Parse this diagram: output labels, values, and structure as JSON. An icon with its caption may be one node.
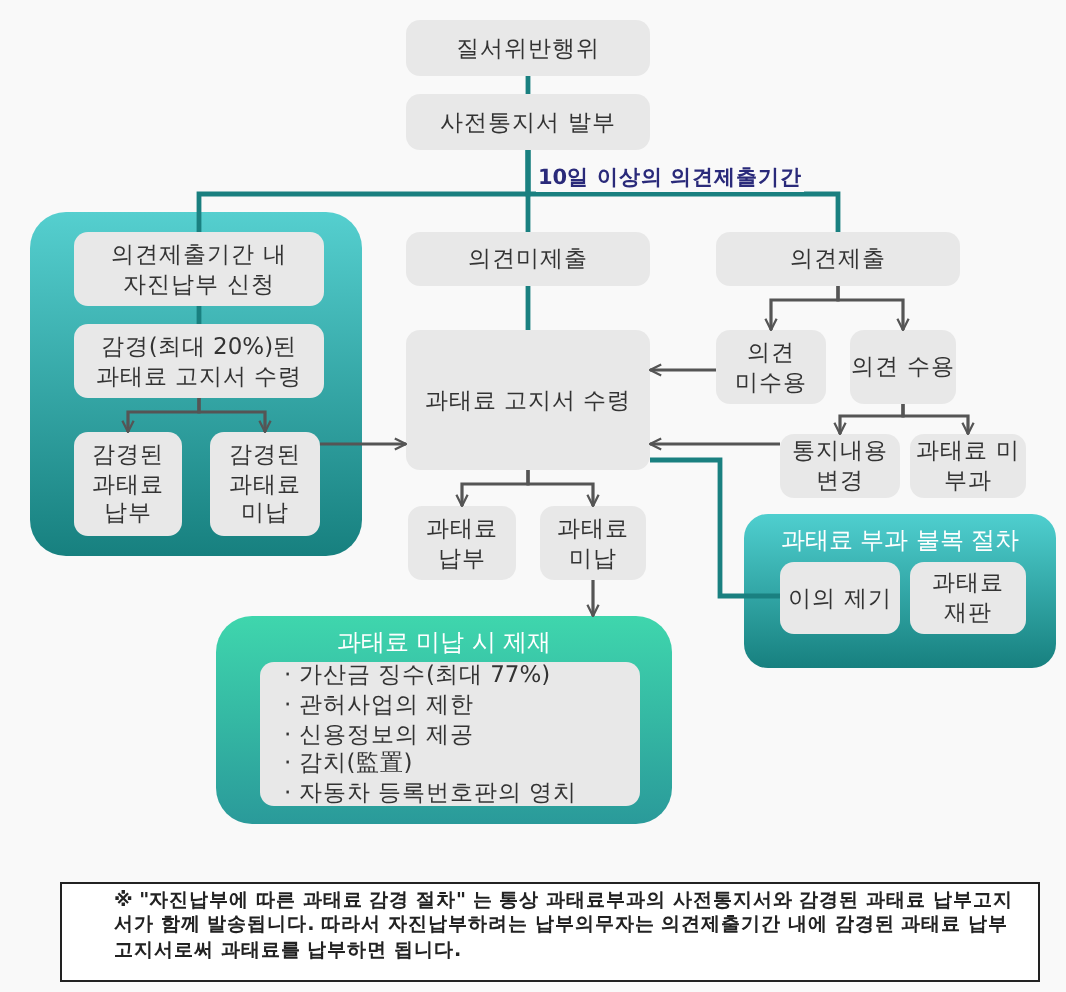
{
  "diagram": {
    "nodes": [
      {
        "text": [
          "질서위반행위"
        ]
      },
      {
        "text": [
          "사전통지서 발부"
        ]
      },
      {
        "text": [],
        "shape": "box"
      },
      {
        "text": [
          "의견제출기간 내 자진납부 신청"
        ],
        "in": 2
      },
      {
        "text": [
          "감경(최대 20%)된 과태료 고지서 수령"
        ],
        "in": 2
      },
      {
        "text": [
          "감경된 과태료 납부"
        ],
        "in": 2
      },
      {
        "text": [
          "감경된 과태료 미납"
        ],
        "in": 2
      },
      {
        "text": [
          "의견미제출"
        ]
      },
      {
        "text": [
          "의견제출"
        ]
      },
      {
        "text": [
          "과태료 고지서 수령"
        ]
      },
      {
        "text": [
          "의견 미수용"
        ]
      },
      {
        "text": [
          "의견 수용"
        ]
      },
      {
        "text": [
          "통지내용 변경"
        ]
      },
      {
        "text": [
          "과태료 미 부과"
        ]
      },
      {
        "text": [
          "과태료 납부"
        ]
      },
      {
        "text": [
          "과태료 미납"
        ]
      },
      {
        "text": [
          "과태료 부과 불복 절차"
        ]
      },
      {
        "text": [
          "이의 제기"
        ],
        "in": 16
      },
      {
        "text": [
          "과태료 재판"
        ],
        "in": 16
      },
      {
        "text": [
          "과태료 미납 시 제재"
        ]
      },
      {
        "text": [
          "· 가산금 징수(최대 77%)",
          "· 관허사업의 제한",
          "· 신용정보의 제공",
          "· 감치(監置)",
          "· 자동차 등록번호판의 영치"
        ],
        "in": 19
      }
    ],
    "edges": [
      {
        "from": 0,
        "to": 1,
        "arrow": "none",
        "color": "#1a8080"
      },
      {
        "from": 1,
        "to": 3,
        "arrow": "none",
        "color": "#1a8080"
      },
      {
        "from": 1,
        "to": 7,
        "arrow": "none",
        "color": "#1a8080",
        "label": "10일 이상의 의견제출기간"
      },
      {
        "from": 1,
        "to": 8,
        "arrow": "none",
        "color": "#1a8080"
      },
      {
        "from": 7,
        "to": 9,
        "arrow": "none",
        "color": "#1a8080"
      },
      {
        "from": 8,
        "to": 10,
        "arrow": "to"
      },
      {
        "from": 8,
        "to": 11,
        "arrow": "to"
      },
      {
        "from": 10,
        "to": 9,
        "arrow": "to"
      },
      {
        "from": 11,
        "to": 12,
        "arrow": "to"
      },
      {
        "from": 11,
        "to": 13,
        "arrow": "to"
      },
      {
        "from": 12,
        "to": 9,
        "arrow": "to"
      },
      {
        "from": 3,
        "to": 4,
        "arrow": "none",
        "color": "#1a8080"
      },
      {
        "from": 4,
        "to": 5,
        "arrow": "to"
      },
      {
        "from": 4,
        "to": 6,
        "arrow": "to"
      },
      {
        "from": 6,
        "to": 9,
        "arrow": "to"
      },
      {
        "from": 9,
        "to": 14,
        "arrow": "to"
      },
      {
        "from": 9,
        "to": 15,
        "arrow": "to"
      },
      {
        "from": 9,
        "to": 17,
        "arrow": "none",
        "color": "#1a8080"
      },
      {
        "from": 15,
        "to": 19,
        "arrow": "to"
      }
    ],
    "labels": [
      "※ \"자진납부에 따른 과태료 감경 절차\" 는 통상 과태료부과의 사전통지서와 감경된 과태료 납부고지서가 함께 발송됩니다. 따라서 자진납부하려는 납부의무자는 의견제출기간 내에 감경된 과태료 납부고지서로써 과태료를 납부하면 됩니다."
    ]
  }
}
